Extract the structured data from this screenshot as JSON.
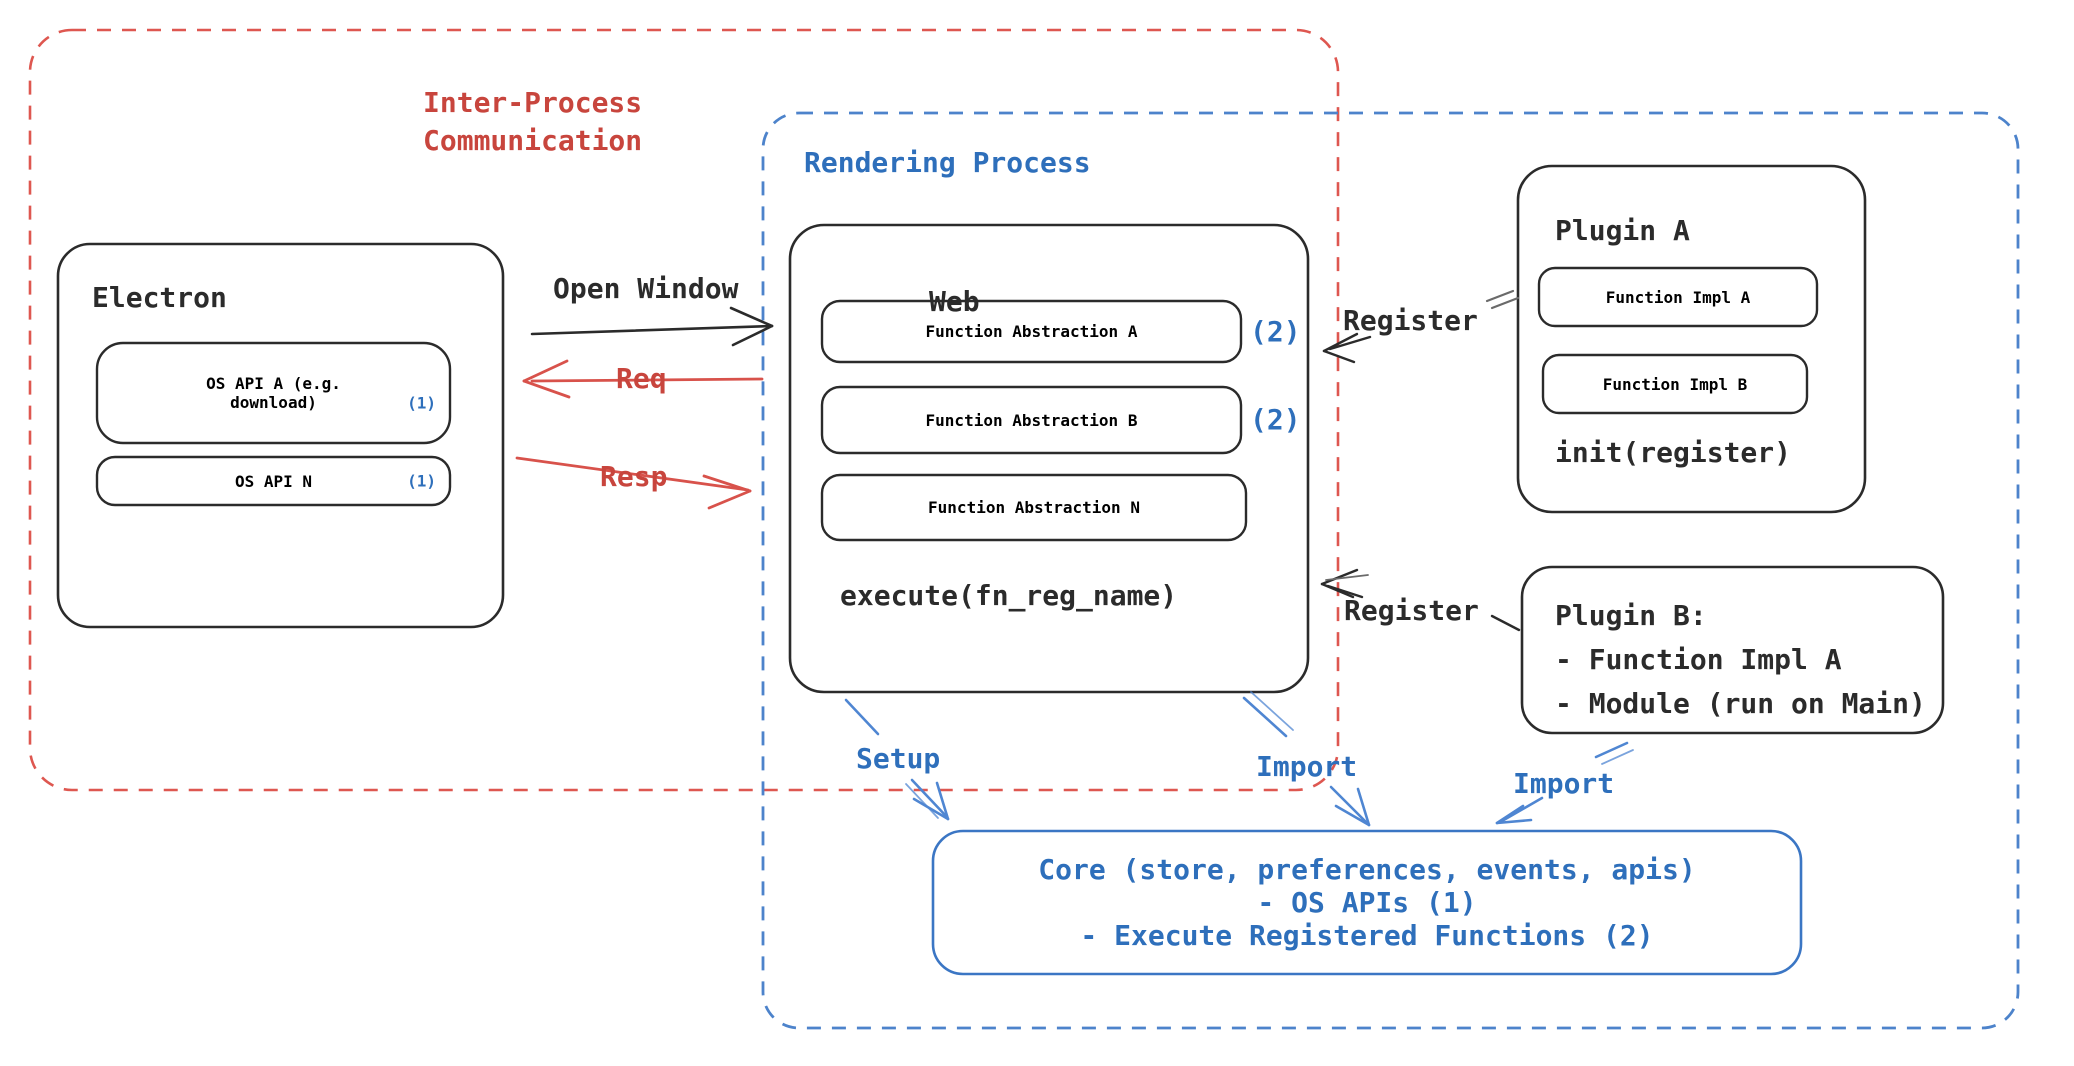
{
  "colors": {
    "ink": "#2b2b2b",
    "red_text": "#c8453d",
    "red_dash": "#de5750",
    "red_arrow": "#d8524b",
    "blue_text": "#2e6fbb",
    "blue_dash": "#4d83cb",
    "blue_arrow": "#4f86d2",
    "core_border": "#3b76c4",
    "background": "#ffffff"
  },
  "ipc": {
    "label_line1": "Inter-Process",
    "label_line2": "Communication"
  },
  "rendering": {
    "label": "Rendering Process"
  },
  "electron": {
    "title": "Electron",
    "api_a_line1": "OS API A (e.g.",
    "api_a_line2": "download)",
    "api_a_badge": "(1)",
    "api_n_label": "OS API N",
    "api_n_badge": "(1)"
  },
  "web": {
    "title": "Web",
    "abstraction_a": "Function Abstraction A",
    "abstraction_a_badge": "(2)",
    "abstraction_b": "Function Abstraction B",
    "abstraction_b_badge": "(2)",
    "abstraction_n": "Function Abstraction N",
    "execute_label": "execute(fn_reg_name)"
  },
  "plugin_a": {
    "title": "Plugin A",
    "impl_a": "Function Impl A",
    "impl_b": "Function Impl B",
    "init_label": "init(register)"
  },
  "plugin_b": {
    "title": "Plugin B:",
    "item_1": "- Function Impl A",
    "item_2": "- Module (run on Main)"
  },
  "core": {
    "line1": "Core (store, preferences, events, apis)",
    "line2": "- OS APIs (1)",
    "line3": "- Execute Registered Functions (2)"
  },
  "arrows": {
    "open_window": "Open Window",
    "req": "Req",
    "resp": "Resp",
    "register_top": "Register",
    "register_bottom": "Register",
    "setup": "Setup",
    "import_mid": "Import",
    "import_right": "Import"
  }
}
